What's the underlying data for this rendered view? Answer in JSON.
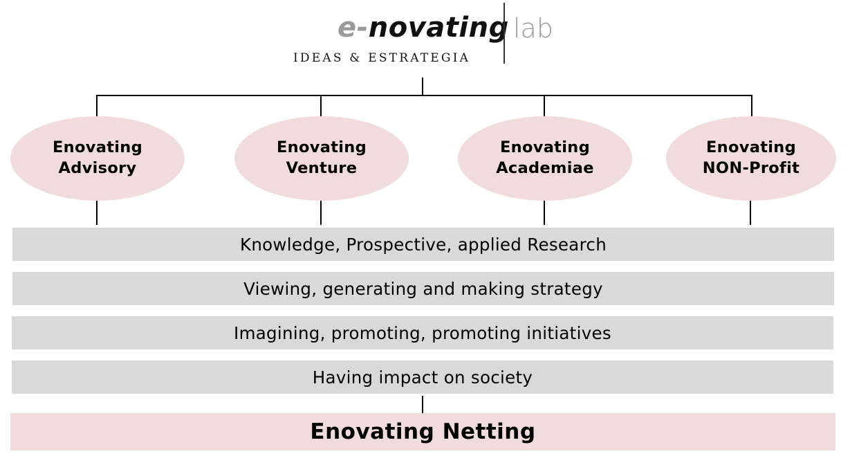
{
  "logo": {
    "prefix": "e-",
    "name": "novating",
    "suffix": "lab",
    "tagline": "IDEAS & ESTRATEGIA"
  },
  "branches": [
    {
      "line1": "Enovating",
      "line2": "Advisory"
    },
    {
      "line1": "Enovating",
      "line2": "Venture"
    },
    {
      "line1": "Enovating",
      "line2": "Academiae"
    },
    {
      "line1": "Enovating",
      "line2": "NON-Profit"
    }
  ],
  "layers": [
    "Knowledge, Prospective, applied Research",
    "Viewing, generating and making strategy",
    "Imagining, promoting, promoting initiatives",
    "Having impact on society"
  ],
  "foundation": "Enovating Netting",
  "colors": {
    "ellipse_fill": "#f0dcdc",
    "bar_fill": "#d9d9d9",
    "foundation_fill": "#f0dcdc",
    "logo_grey": "#9a9a9a"
  }
}
